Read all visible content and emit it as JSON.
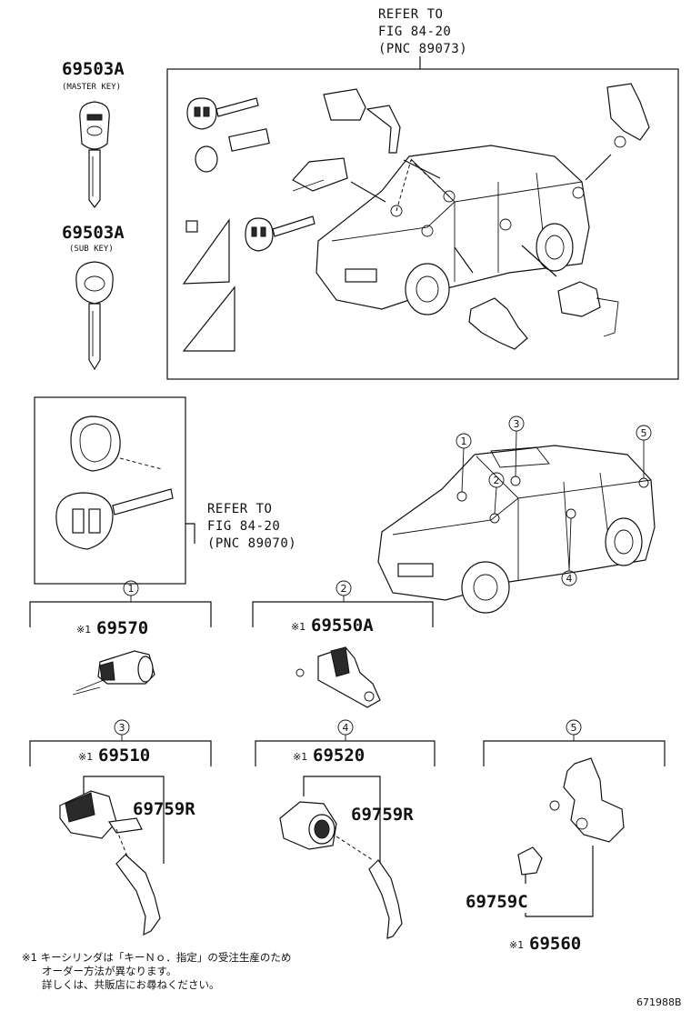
{
  "top_refer": {
    "line1": "REFER TO",
    "line2": "FIG 84-20",
    "line3": "(PNC 89073)"
  },
  "mid_refer": {
    "line1": "REFER TO",
    "line2": "FIG 84-20",
    "line3": "(PNC 89070)"
  },
  "master_key": {
    "number": "69503A",
    "caption": "(MASTER KEY)"
  },
  "sub_key": {
    "number": "69503A",
    "caption": "(SUB KEY)"
  },
  "callouts": [
    "1",
    "2",
    "3",
    "4",
    "5"
  ],
  "groups": {
    "g1": {
      "callout": "1",
      "prefix": "※1",
      "number": "69570"
    },
    "g2": {
      "callout": "2",
      "prefix": "※1",
      "number": "69550A"
    },
    "g3": {
      "callout": "3",
      "prefix": "※1",
      "number": "69510",
      "sub": "69759R"
    },
    "g4": {
      "callout": "4",
      "prefix": "※1",
      "number": "69520",
      "sub": "69759R"
    },
    "g5": {
      "callout": "5",
      "prefix": "※1",
      "number": "69560",
      "sub": "69759C"
    }
  },
  "footnote": {
    "line1": "※1 キーシリンダは「キーＮｏ．指定」の受注生産のため",
    "line2": "オーダー方法が異なります。",
    "line3": "詳しくは、共販店にお尋ねください。"
  },
  "figure_id": "671988B"
}
